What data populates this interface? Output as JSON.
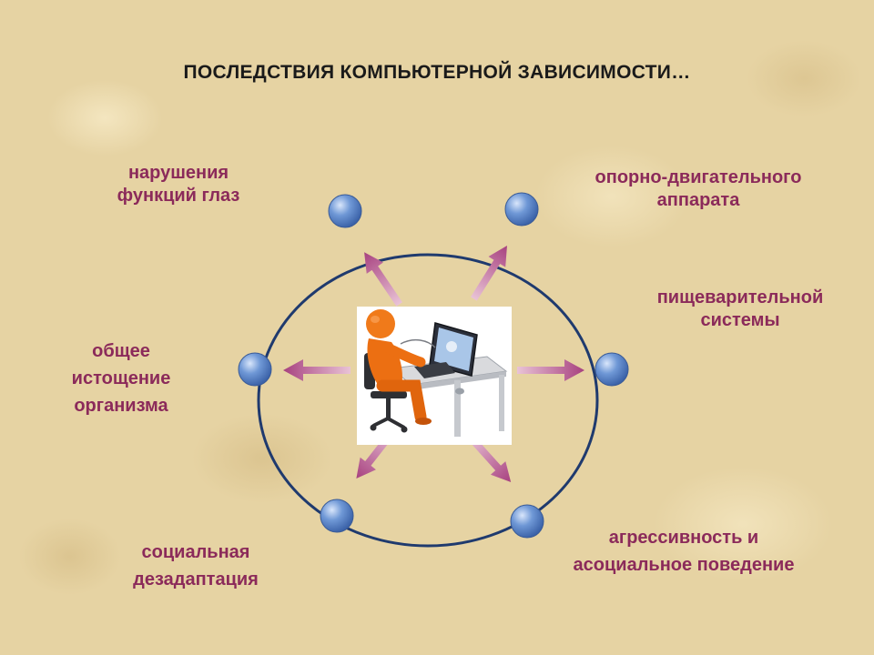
{
  "title": "ПОСЛЕДСТВИЯ КОМПЬЮТЕРНОЙ ЗАВИСИМОСТИ…",
  "colors": {
    "label": "#8b2a5a",
    "ring": "#1f3a6e",
    "arrow": "#a7417f",
    "node": "#5c86c8"
  },
  "center": {
    "icon": "person-at-computer-icon"
  },
  "consequences": [
    {
      "id": "eyes",
      "lines": [
        "нарушения",
        "функций глаз"
      ]
    },
    {
      "id": "musculoskeletal",
      "lines": [
        "опорно-двигательного",
        "аппарата"
      ]
    },
    {
      "id": "digestive",
      "lines": [
        "пищеварительной",
        "системы"
      ]
    },
    {
      "id": "aggression",
      "lines": [
        "агрессивность и",
        "асоциальное поведение"
      ]
    },
    {
      "id": "social",
      "lines": [
        "социальная",
        "дезадаптация"
      ]
    },
    {
      "id": "exhaustion",
      "lines": [
        "общее",
        "истощение",
        "организма"
      ]
    }
  ]
}
